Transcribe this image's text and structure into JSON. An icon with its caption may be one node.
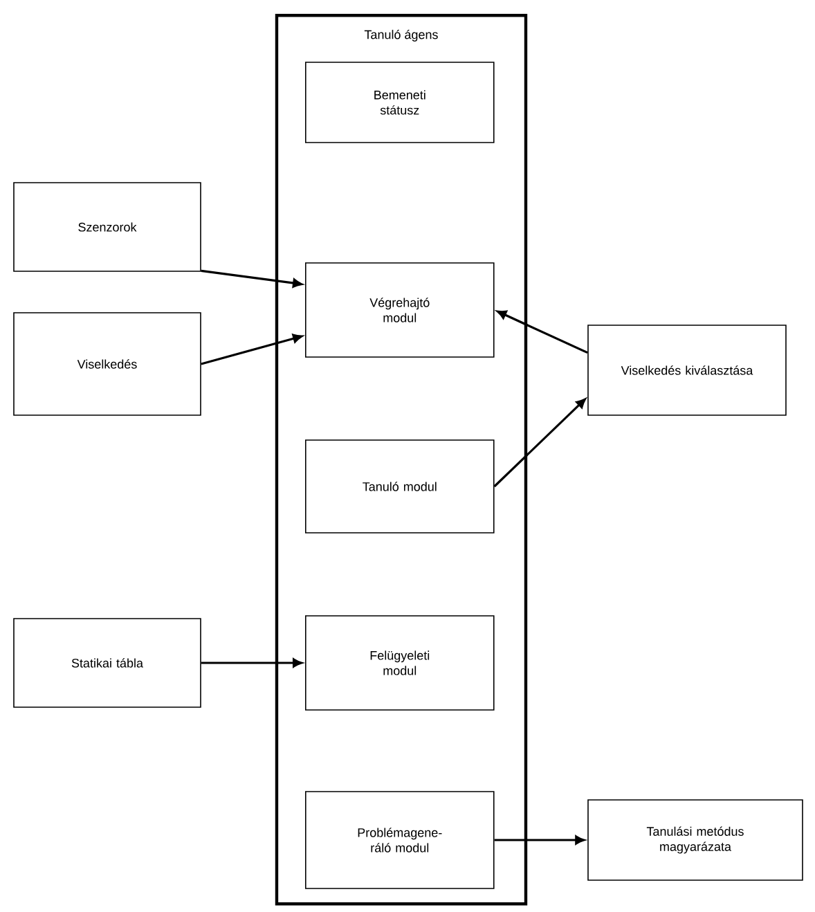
{
  "diagram": {
    "nodes": [
      {
        "text": [
          "Tanuló ágens"
        ]
      },
      {
        "text": [
          "Bemeneti státusz"
        ],
        "in": 0
      },
      {
        "text": [
          "Szenzorok"
        ]
      },
      {
        "text": [
          "Végrehajtó modul"
        ],
        "in": 0
      },
      {
        "text": [
          "Viselkedés"
        ]
      },
      {
        "text": [
          "Viselkedés kiválasztása"
        ]
      },
      {
        "text": [
          "Tanuló modul"
        ],
        "in": 0
      },
      {
        "text": [
          "Statikai tábla"
        ]
      },
      {
        "text": [
          "Felügyeleti modul"
        ],
        "in": 0
      },
      {
        "text": [
          "Problémagene-ráló modul"
        ],
        "in": 0
      },
      {
        "text": [
          "Tanulási metódus magyarázata"
        ]
      }
    ],
    "edges": [
      {
        "from": 2,
        "to": 3,
        "arrow": "to"
      },
      {
        "from": 4,
        "to": 3,
        "arrow": "to"
      },
      {
        "from": 5,
        "to": 3,
        "arrow": "to"
      },
      {
        "from": 6,
        "to": 5,
        "arrow": "to"
      },
      {
        "from": 7,
        "to": 8,
        "arrow": "to"
      },
      {
        "from": 9,
        "to": 10,
        "arrow": "to"
      }
    ]
  }
}
